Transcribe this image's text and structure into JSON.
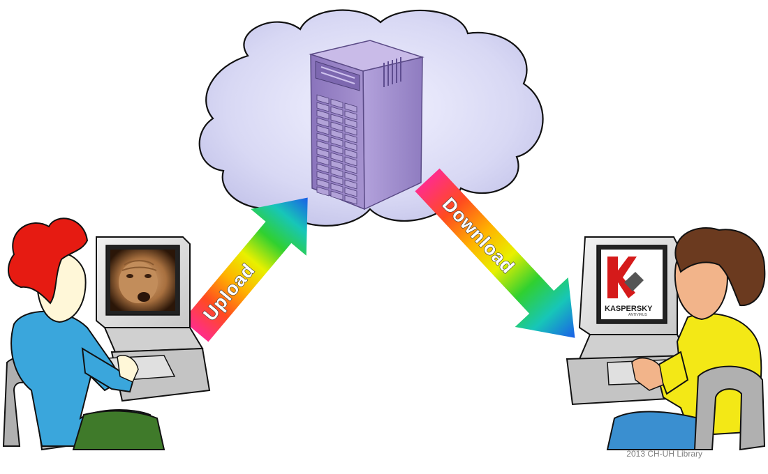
{
  "diagram": {
    "upload_label": "Upload",
    "download_label": "Download",
    "right_screen_logo_text": "KASPERSKY",
    "right_screen_logo_subtext": "ANTIVIRUS",
    "credit": "2013 CH-UH Library"
  },
  "colors": {
    "cloud_fill": "#dcdcf6",
    "server_front": "#9b86c6",
    "server_side": "#7c68a8",
    "left_hair": "#e61b12",
    "left_shirt": "#3ba7de",
    "right_hair": "#6b3a1f",
    "right_shirt": "#f3e816"
  },
  "icons": {
    "cloud": "cloud-icon",
    "server": "server-tower-icon",
    "left_user": "person-at-computer-icon",
    "right_user": "person-at-computer-icon",
    "left_screen_image": "dog-photo-icon",
    "right_screen_image": "kaspersky-logo-icon"
  }
}
